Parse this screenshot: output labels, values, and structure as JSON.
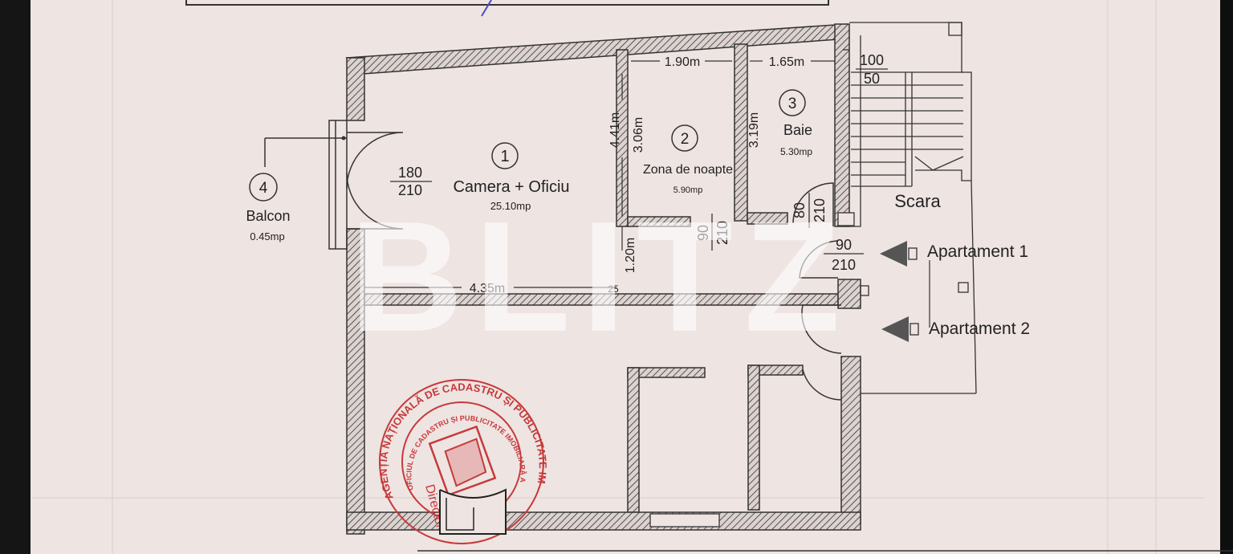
{
  "colors": {
    "paper": "#eee4e2",
    "ink": "#333333",
    "hatch_fill": "#dcd2d0",
    "stamp": "#c63a3a",
    "watermark": "#ffffff"
  },
  "rooms": {
    "r1": {
      "number": "1",
      "name": "Camera + Oficiu",
      "area": "25.10mp"
    },
    "r2": {
      "number": "2",
      "name": "Zona de noapte",
      "area": "5.90mp"
    },
    "r3": {
      "number": "3",
      "name": "Baie",
      "area": "5.30mp"
    },
    "r4": {
      "number": "4",
      "name": "Balcon",
      "area": "0.45mp"
    }
  },
  "dimensions": {
    "d_190": "1.90m",
    "d_165": "1.65m",
    "d_441": "4.41m",
    "d_306": "3.06m",
    "d_319": "3.19m",
    "d_120": "1.20m",
    "d_435": "4.35m",
    "d_25": "25"
  },
  "doors": {
    "balcony": {
      "w": "180",
      "h": "210"
    },
    "bath": {
      "w": "80",
      "h": "210"
    },
    "bedroom": {
      "w": "90",
      "h": "210"
    },
    "entry": {
      "w": "90",
      "h": "210"
    },
    "stair": {
      "w": "100",
      "h": "50"
    }
  },
  "labels": {
    "stair": "Scara",
    "apt1": "Apartament 1",
    "apt2": "Apartament 2"
  },
  "watermark": "BLITZ",
  "stamp": {
    "outer_text": "AGENȚIA NAȚIONALĂ DE CADASTRU ȘI PUBLICITATE IMOBILIARĂ",
    "inner_text": "OFICIUL DE CADASTRU ȘI PUBLICITATE IMOBILIARĂ AL MUNICIPIULUI BUCUREȘTI",
    "center_text": "Director"
  }
}
